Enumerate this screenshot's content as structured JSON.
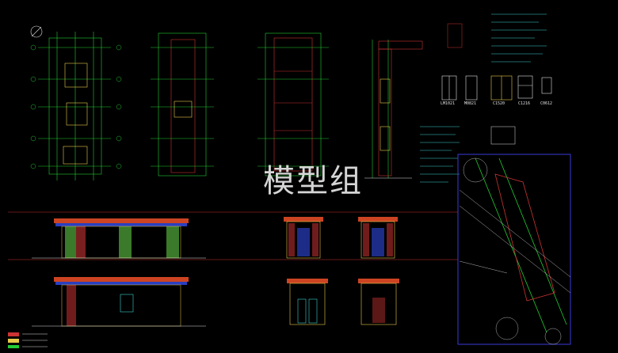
{
  "watermark": "模型组",
  "window_labels": [
    {
      "code": "LM1021"
    },
    {
      "code": "M0821"
    },
    {
      "code": "C1520"
    },
    {
      "code": "C1216"
    },
    {
      "code": "C0612"
    }
  ],
  "colors": {
    "background": "#000000",
    "line_green": "#22cc33",
    "line_red": "#cc3333",
    "line_yellow": "#e6c84a",
    "line_cyan": "#3fd0d0",
    "line_blue": "#3a3ad8",
    "text": "#e0e0e0"
  }
}
